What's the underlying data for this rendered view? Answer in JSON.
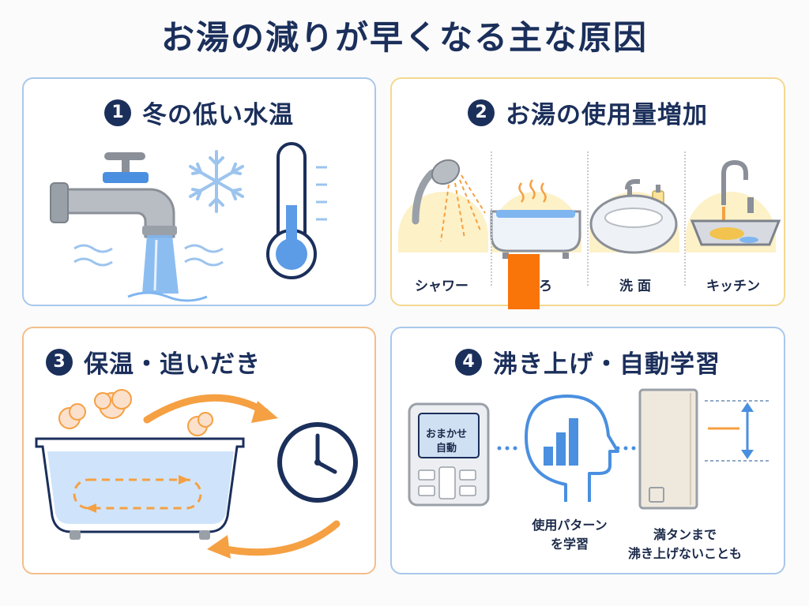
{
  "title": "お湯の減りが早くなる主な原因",
  "colors": {
    "navy": "#1b2f5b",
    "blue": "#4a8fe0",
    "orange": "#f5a042",
    "cream": "#fdf1c8"
  },
  "panels": [
    {
      "number": "1",
      "title": "冬の低い水温",
      "icons": [
        "faucet-icon",
        "snowflake-icon",
        "thermometer-icon"
      ]
    },
    {
      "number": "2",
      "title": "お湯の使用量増加",
      "items": [
        {
          "label": "シャワー",
          "icon": "shower-icon"
        },
        {
          "label": "ふろ",
          "icon": "bathtub-icon"
        },
        {
          "label": "洗 面",
          "icon": "washbasin-icon"
        },
        {
          "label": "キッチン",
          "icon": "kitchen-sink-icon"
        }
      ]
    },
    {
      "number": "3",
      "title": "保温・追いだき",
      "icons": [
        "bathtub-icon",
        "clock-icon",
        "circular-arrow-icon"
      ]
    },
    {
      "number": "4",
      "title": "沸き上げ・自動学習",
      "remote_text_1": "おまかせ",
      "remote_text_2": "自動",
      "head_caption_1": "使用パターン",
      "head_caption_2": "を学習",
      "tank_caption_1": "満タンまで",
      "tank_caption_2": "沸き上げないことも"
    }
  ]
}
